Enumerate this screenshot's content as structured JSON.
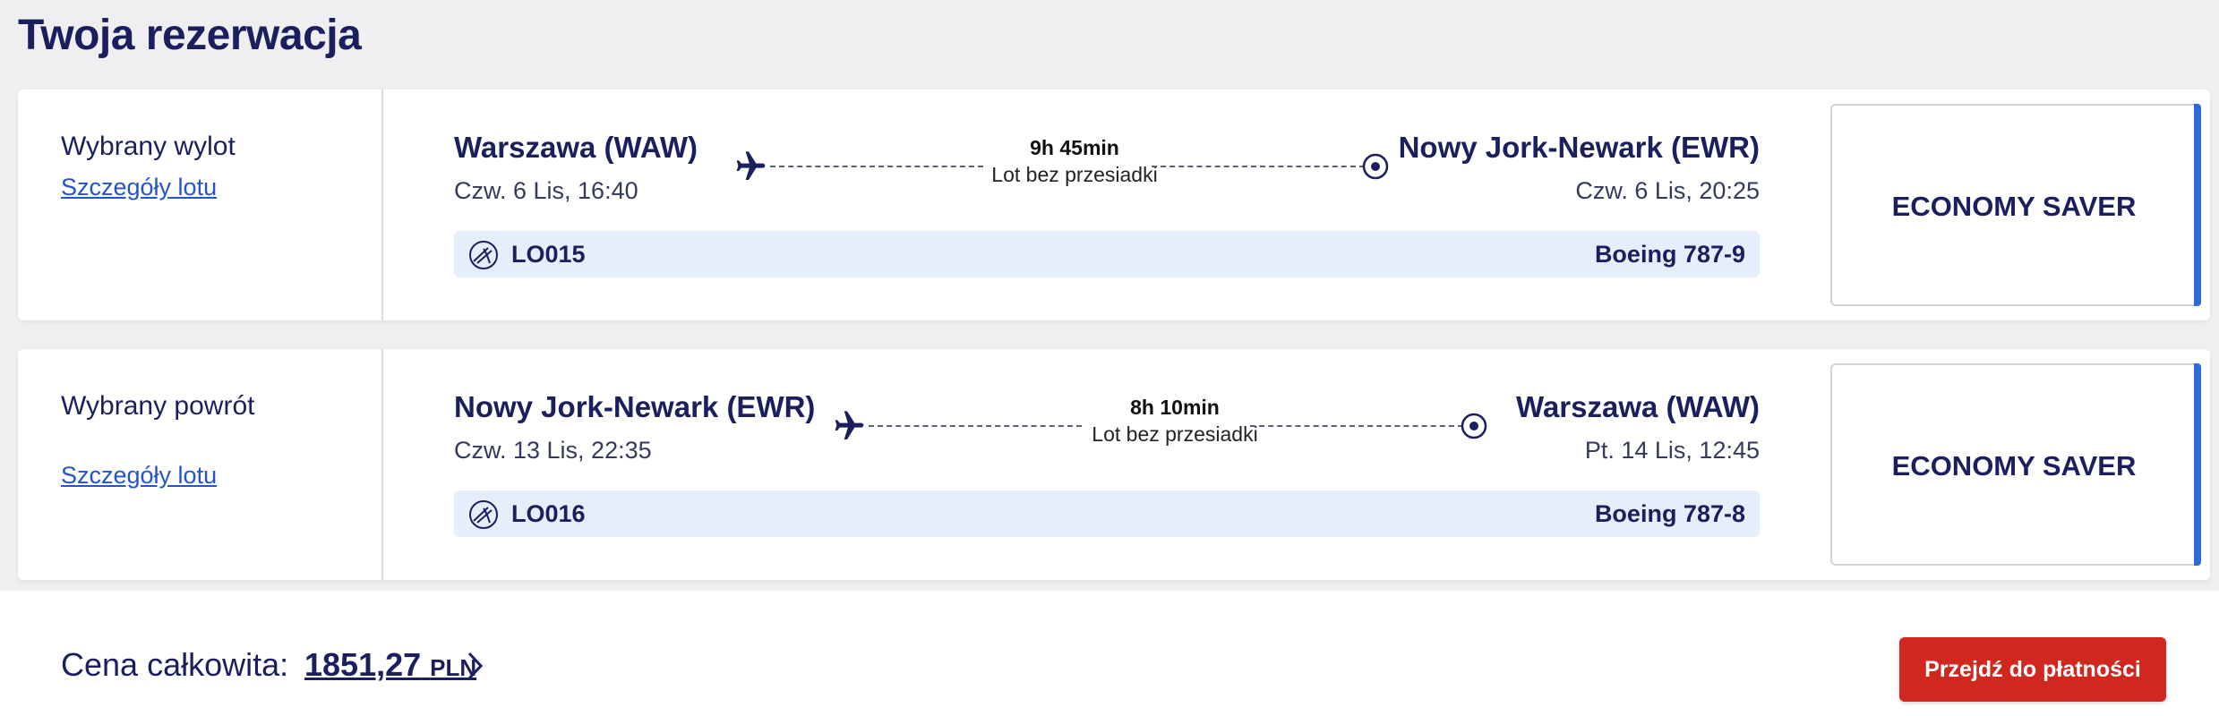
{
  "page": {
    "title": "Twoja rezerwacja"
  },
  "outbound": {
    "label": "Wybrany wylot",
    "details_link": "Szczegóły lotu",
    "origin_city": "Warszawa (WAW)",
    "origin_datetime": "Czw. 6 Lis, 16:40",
    "destination_city": "Nowy Jork-Newark (EWR)",
    "destination_datetime": "Czw. 6 Lis, 20:25",
    "duration": "9h 45min",
    "stops": "Lot bez przesiadki",
    "flight_number": "LO015",
    "aircraft": "Boeing 787-9",
    "fare": "ECONOMY SAVER"
  },
  "return": {
    "label": "Wybrany powrót",
    "details_link": "Szczegóły lotu",
    "origin_city": "Nowy Jork-Newark (EWR)",
    "origin_datetime": "Czw. 13 Lis, 22:35",
    "destination_city": "Warszawa (WAW)",
    "destination_datetime": "Pt. 14 Lis, 12:45",
    "duration": "8h 10min",
    "stops": "Lot bez przesiadki",
    "flight_number": "LO016",
    "aircraft": "Boeing 787-8",
    "fare": "ECONOMY SAVER"
  },
  "footer": {
    "total_label": "Cena całkowita:",
    "total_amount": "1851,27",
    "currency": "PLN",
    "pay_button": "Przejdź do płatności"
  },
  "colors": {
    "navy": "#1b1f5e",
    "link": "#2356c4",
    "accent": "#2f6ad9",
    "pay_button": "#d0271f",
    "flight_bar": "#e6eefb"
  },
  "icons": [
    "plane-icon",
    "destination-icon",
    "airline-logo-icon",
    "chevron-right-icon"
  ]
}
